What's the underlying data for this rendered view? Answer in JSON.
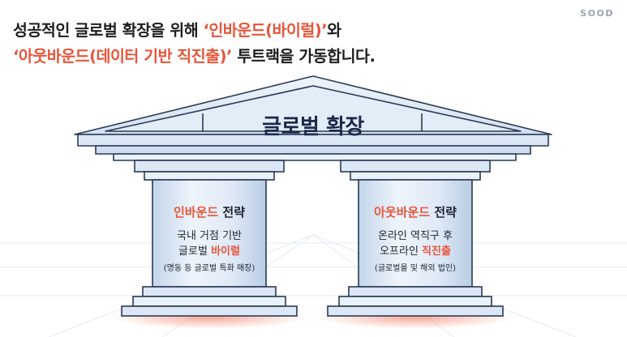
{
  "brand": "SOOD",
  "headline": {
    "line1_a": "성공적인 글로벌 확장을 위해 ",
    "line1_accent": "‘인바운드(바이럴)’",
    "line1_b": "와",
    "line2_accent": "‘아웃바운드(데이터 기반 직진출)’",
    "line2_b": " 투트랙을 가동합니다."
  },
  "roof_title": "글로벌 확장",
  "pillars": [
    {
      "title_accent": "인바운드",
      "title_rest": " 전략",
      "line1": "국내 거점 기반",
      "line2_a": "글로벌 ",
      "line2_accent": "바이럴",
      "note": "(명동 등 글로벌 특화 매장)"
    },
    {
      "title_accent": "아웃바운드",
      "title_rest": " 전략",
      "line1": "온라인 역직구 후",
      "line2_a": "오프라인 ",
      "line2_accent": "직진출",
      "note": "(글로벌몰 및 해외 법인)"
    }
  ],
  "colors": {
    "accent": "#e8553a",
    "text": "#1e1e1e",
    "pillar": "#dbe7f5",
    "outline": "#2b3a55"
  }
}
